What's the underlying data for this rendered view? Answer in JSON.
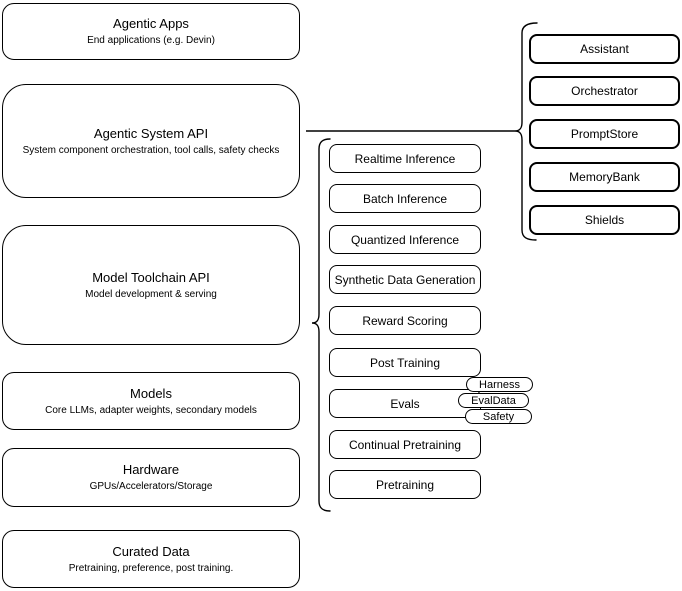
{
  "diagram": {
    "left": [
      {
        "title": "Agentic Apps",
        "subtitle": "End applications (e.g. Devin)"
      },
      {
        "title": "Agentic System API",
        "subtitle": "System component orchestration, tool calls, safety checks"
      },
      {
        "title": "Model Toolchain API",
        "subtitle": "Model development & serving"
      },
      {
        "title": "Models",
        "subtitle": "Core LLMs, adapter weights, secondary models"
      },
      {
        "title": "Hardware",
        "subtitle": "GPUs/Accelerators/Storage"
      },
      {
        "title": "Curated Data",
        "subtitle": "Pretraining, preference, post training."
      }
    ],
    "toolchain": [
      "Realtime Inference",
      "Batch Inference",
      "Quantized Inference",
      "Synthetic Data Generation",
      "Reward Scoring",
      "Post Training",
      "Evals",
      "Continual Pretraining",
      "Pretraining"
    ],
    "eval_tags": [
      "Harness",
      "EvalData",
      "Safety"
    ],
    "components": [
      "Assistant",
      "Orchestrator",
      "PromptStore",
      "MemoryBank",
      "Shields"
    ],
    "colors": {
      "stroke": "#000000",
      "fill": "#ffffff",
      "text": "#000000"
    }
  }
}
